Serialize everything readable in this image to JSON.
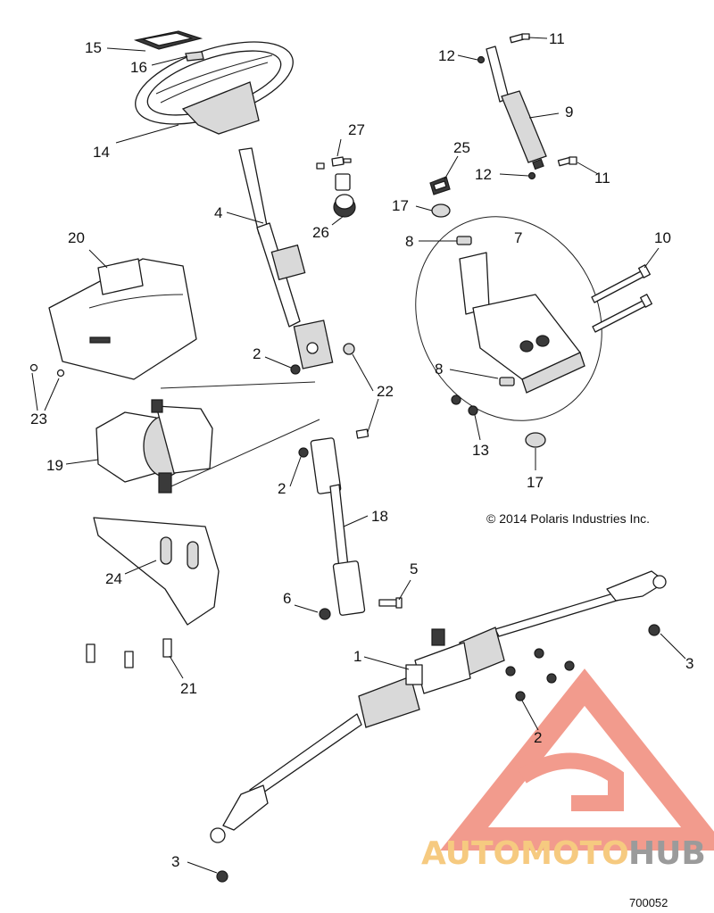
{
  "diagram": {
    "callouts": {
      "c1": "1",
      "c2a": "2",
      "c2b": "2",
      "c2c": "2",
      "c3a": "3",
      "c3b": "3",
      "c4": "4",
      "c5": "5",
      "c6": "6",
      "c7": "7",
      "c8a": "8",
      "c8b": "8",
      "c9": "9",
      "c10": "10",
      "c11a": "11",
      "c11b": "11",
      "c12a": "12",
      "c12b": "12",
      "c13": "13",
      "c14": "14",
      "c15": "15",
      "c16": "16",
      "c17a": "17",
      "c17b": "17",
      "c18": "18",
      "c19": "19",
      "c20": "20",
      "c21": "21",
      "c22": "22",
      "c23": "23",
      "c24": "24",
      "c25": "25",
      "c26": "26",
      "c27": "27"
    },
    "copyright": "© 2014 Polaris Industries Inc.",
    "document_number": "700052"
  },
  "watermark": {
    "text_left": "AUTOMOTO",
    "text_right": "HUB",
    "color_primary": "#f08a7a",
    "color_secondary": "#f5c16b",
    "color_dark": "#8a8a8a"
  },
  "colors": {
    "line": "#1a1a1a",
    "background": "#ffffff"
  }
}
